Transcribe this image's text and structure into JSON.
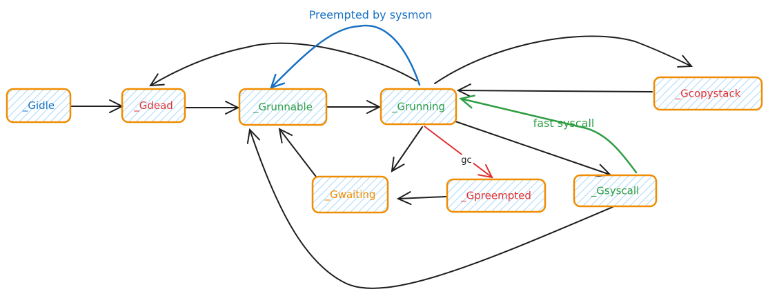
{
  "colors": {
    "node_stroke": "#f08c00",
    "node_hatch": "#a5d8ff",
    "blue": "#1971c2",
    "red": "#e03131",
    "green": "#2f9e44",
    "orange": "#f08c00",
    "black": "#1e1e1e"
  },
  "nodes": [
    {
      "id": "gidle",
      "label": "_Gidle",
      "color": "blue"
    },
    {
      "id": "gdead",
      "label": "_Gdead",
      "color": "red"
    },
    {
      "id": "grunnable",
      "label": "_Grunnable",
      "color": "green"
    },
    {
      "id": "grunning",
      "label": "_Grunning",
      "color": "green"
    },
    {
      "id": "gcopystack",
      "label": "_Gcopystack",
      "color": "red"
    },
    {
      "id": "gwaiting",
      "label": "_Gwaiting",
      "color": "orange"
    },
    {
      "id": "gpreempted",
      "label": "_Gpreempted",
      "color": "red"
    },
    {
      "id": "gsyscall",
      "label": "_Gsyscall",
      "color": "green"
    }
  ],
  "edges": [
    {
      "from": "gidle",
      "to": "gdead",
      "color": "black",
      "label": ""
    },
    {
      "from": "gdead",
      "to": "grunnable",
      "color": "black",
      "label": ""
    },
    {
      "from": "grunnable",
      "to": "grunning",
      "color": "black",
      "label": ""
    },
    {
      "from": "grunning",
      "to": "gdead",
      "color": "black",
      "label": ""
    },
    {
      "from": "grunning",
      "to": "grunnable",
      "color": "blue",
      "label": "Preempted by sysmon"
    },
    {
      "from": "grunning",
      "to": "gcopystack",
      "color": "black",
      "label": ""
    },
    {
      "from": "gcopystack",
      "to": "grunning",
      "color": "black",
      "label": ""
    },
    {
      "from": "grunning",
      "to": "gwaiting",
      "color": "black",
      "label": ""
    },
    {
      "from": "grunning",
      "to": "gpreempted",
      "color": "red",
      "label": "gc"
    },
    {
      "from": "grunning",
      "to": "gsyscall",
      "color": "black",
      "label": ""
    },
    {
      "from": "gsyscall",
      "to": "grunning",
      "color": "green",
      "label": "fast syscall"
    },
    {
      "from": "gpreempted",
      "to": "gwaiting",
      "color": "black",
      "label": ""
    },
    {
      "from": "gwaiting",
      "to": "grunnable",
      "color": "black",
      "label": ""
    },
    {
      "from": "gsyscall",
      "to": "grunnable",
      "color": "black",
      "label": ""
    }
  ]
}
